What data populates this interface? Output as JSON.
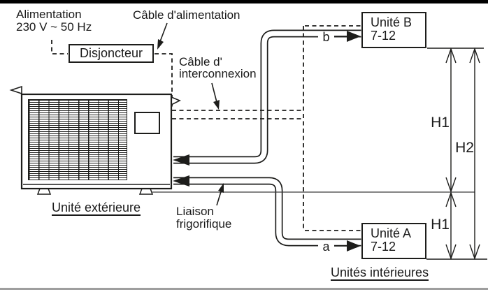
{
  "diagram": {
    "power": {
      "line1": "Alimentation",
      "line2": "230 V ~ 50 Hz"
    },
    "power_cable_label": "Câble d'alimentation",
    "breaker_label": "Disjoncteur",
    "interconnect": {
      "line1": "Câble d'",
      "line2": "interconnexion"
    },
    "outdoor_unit_label": "Unité extérieure",
    "refrigerant": {
      "line1": "Liaison",
      "line2": "frigorifique"
    },
    "indoor_units_label": "Unités intérieures",
    "unit_b": {
      "name": "Unité B",
      "rating": "7-12"
    },
    "unit_a": {
      "name": "Unité A",
      "rating": "7-12"
    },
    "pipe_labels": {
      "a": "a",
      "b": "b"
    },
    "dimensions": {
      "h1_upper": "H1",
      "h2": "H2",
      "h1_lower": "H1"
    },
    "colors": {
      "line": "#1d1d1b",
      "top_bar": "#000000",
      "bottom_rule": "#9e9e9e",
      "background": "#ffffff"
    }
  }
}
